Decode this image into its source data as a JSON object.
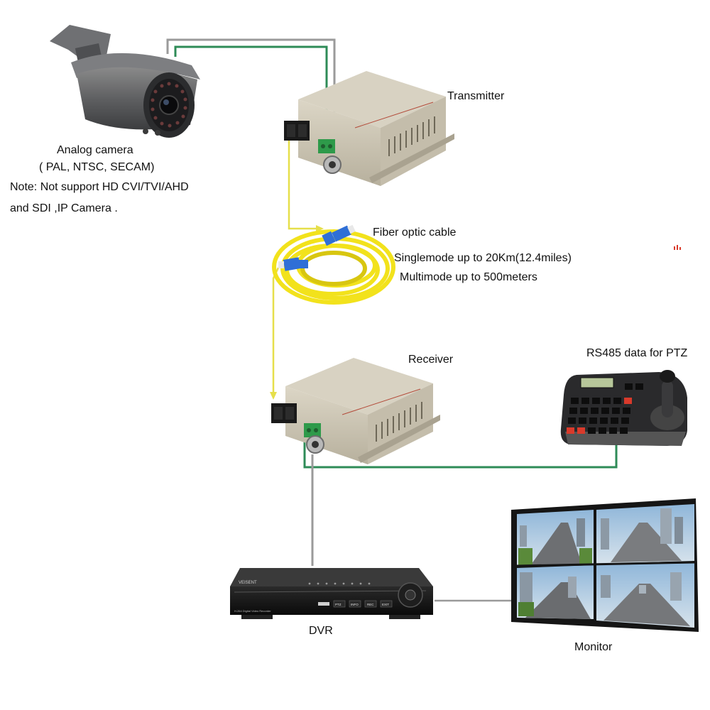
{
  "labels": {
    "camera_title": "Analog camera",
    "camera_formats": "( PAL, NTSC, SECAM)",
    "camera_note_line1": "Note: Not support HD CVI/TVI/AHD",
    "camera_note_line2": "and SDI ,IP Camera .",
    "transmitter": "Transmitter",
    "fiber_title": "Fiber optic cable",
    "fiber_singlemode": "Singlemode up to 20Km(12.4miles)",
    "fiber_multimode": "Multimode up to 500meters",
    "receiver": "Receiver",
    "ptz": "RS485 data for PTZ",
    "dvr": "DVR",
    "monitor": "Monitor"
  },
  "device_text": {
    "dvr_brand": "VEISENT",
    "dvr_subtitle": "H.264 Digital Video Recorder",
    "dvr_buttons": [
      "PTZ",
      "INFO",
      "REC",
      "EXIT"
    ]
  },
  "colors": {
    "video_cable": "#9a9a9a",
    "data_cable": "#2e8b57",
    "fiber_cable": "#e6df4a",
    "fiber_coil": "#f2e21c",
    "fiber_connector": "#2f6fd6",
    "converter_body": "#c9c3b2",
    "terminal_green": "#2e9a4a",
    "keypad_red": "#d93a2b"
  }
}
